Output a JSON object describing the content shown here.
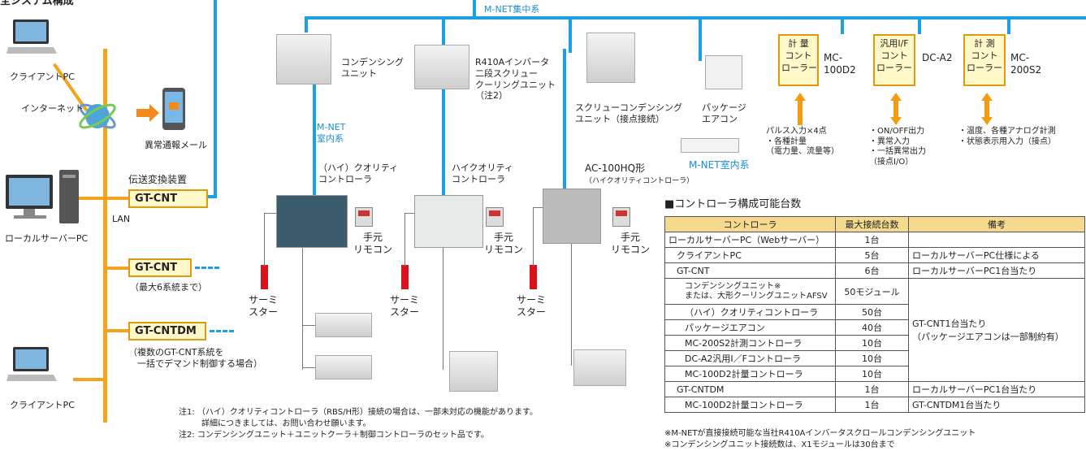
{
  "left": {
    "heading_partial": "全システム構成",
    "client_pc_top": "クライアントPC",
    "internet": "インターネット",
    "alert_mail": "異常通報メール",
    "converter_label": "伝送変換装置",
    "gt_cnt_1": "GT-CNT",
    "lan": "LAN",
    "local_server": "ローカルサーバーPC",
    "gt_cnt_2": "GT-CNT",
    "max_systems": "（最大6系統まで）",
    "gt_cntdm": "GT-CNTDM",
    "cntdm_note": "（複数のGT-CNT系統を\n　一括でデマンド制御する場合）",
    "client_pc_bottom": "クライアントPC"
  },
  "network": {
    "mnet_main": "M-NET集中系",
    "mnet_indoor_1": "M-NET\n室内系",
    "mnet_indoor_2": "M-NET室内系"
  },
  "equipment": {
    "condensing_unit": "コンデンシング\nユニット",
    "r410a": "R410Aインバータ\n二段スクリュー\nクーリングユニット\n（注2）",
    "screw_condensing": "スクリューコンデンシング\nユニット（接点接続）",
    "package_ac": "パッケージ\nエアコン",
    "hq_controller_1": "（ハイ）クオリティ\nコントローラ",
    "hq_controller_2": "ハイクオリティ\nコントローラ",
    "ac100hq": "AC-100HQ形",
    "ac100hq_sub": "（ハイクオリティコントローラ）",
    "remote": "手元\nリモコン",
    "thermistor": "サーミ\nスター"
  },
  "controllers": [
    {
      "box": "計 量\nコント\nローラー",
      "model": "MC-\n100D2",
      "desc": "パルス入力×4点\n・各種計量\n（電力量、流量等）"
    },
    {
      "box": "汎用I/F\nコント\nローラー",
      "model": "DC-A2",
      "desc": "・ON/OFF出力\n・異常入力\n・一括異常出力\n（接点I/O）"
    },
    {
      "box": "計 測\nコント\nローラー",
      "model": "MC-\n200S2",
      "desc": "・温度、各種アナログ計測\n・状態表示用入力（接点）"
    }
  ],
  "table": {
    "title": "■コントローラ構成可能台数",
    "headers": [
      "コントローラ",
      "最大接続台数",
      "備考"
    ],
    "rows": [
      {
        "name": "ローカルサーバーPC（Webサーバー）",
        "count": "1台",
        "note": ""
      },
      {
        "name": "クライアントPC",
        "count": "5台",
        "note": "ローカルサーバーPC仕様による"
      },
      {
        "name": "GT-CNT",
        "count": "6台",
        "note": "ローカルサーバーPC1台当たり"
      },
      {
        "name": "コンデンシングユニット※",
        "name2": "または、大形クーリングユニットAFSV",
        "count": "50モジュール",
        "note": ""
      },
      {
        "name": "（ハイ）クオリティコントローラ",
        "count": "50台",
        "note": ""
      },
      {
        "name": "パッケージエアコン",
        "count": "40台",
        "note": ""
      },
      {
        "name": "MC-200S2計測コントローラ",
        "count": "10台",
        "note": ""
      },
      {
        "name": "DC-A2汎用I／Fコントローラ",
        "count": "10台",
        "note": ""
      },
      {
        "name": "MC-100D2計量コントローラ",
        "count": "10台",
        "note": ""
      },
      {
        "name": "GT-CNTDM",
        "count": "1台",
        "note": "ローカルサーバーPC1台当たり"
      },
      {
        "name": "MC-100D2計量コントローラ",
        "count": "1台",
        "note": "GT-CNTDM1台当たり"
      }
    ],
    "merged_note": "GT-CNT1台当たり\n（パッケージエアコンは一部制約有）"
  },
  "notes": {
    "note1a": "注1: （ハイ）クオリティコントローラ（RBS/H形）接続の場合は、一部未対応の機能があります。",
    "note1b": "詳細につきましては、お問い合わせ願います。",
    "note2": "注2: コンデンシングユニット＋ユニットクーラ＋制御コントローラのセット品です。",
    "footnote1": "※M-NETが直接接続可能な当社R410Aインバータスクロールコンデンシングユニット",
    "footnote2": "※コンデンシングユニット接続数は、X1モジュールは30台まで"
  }
}
